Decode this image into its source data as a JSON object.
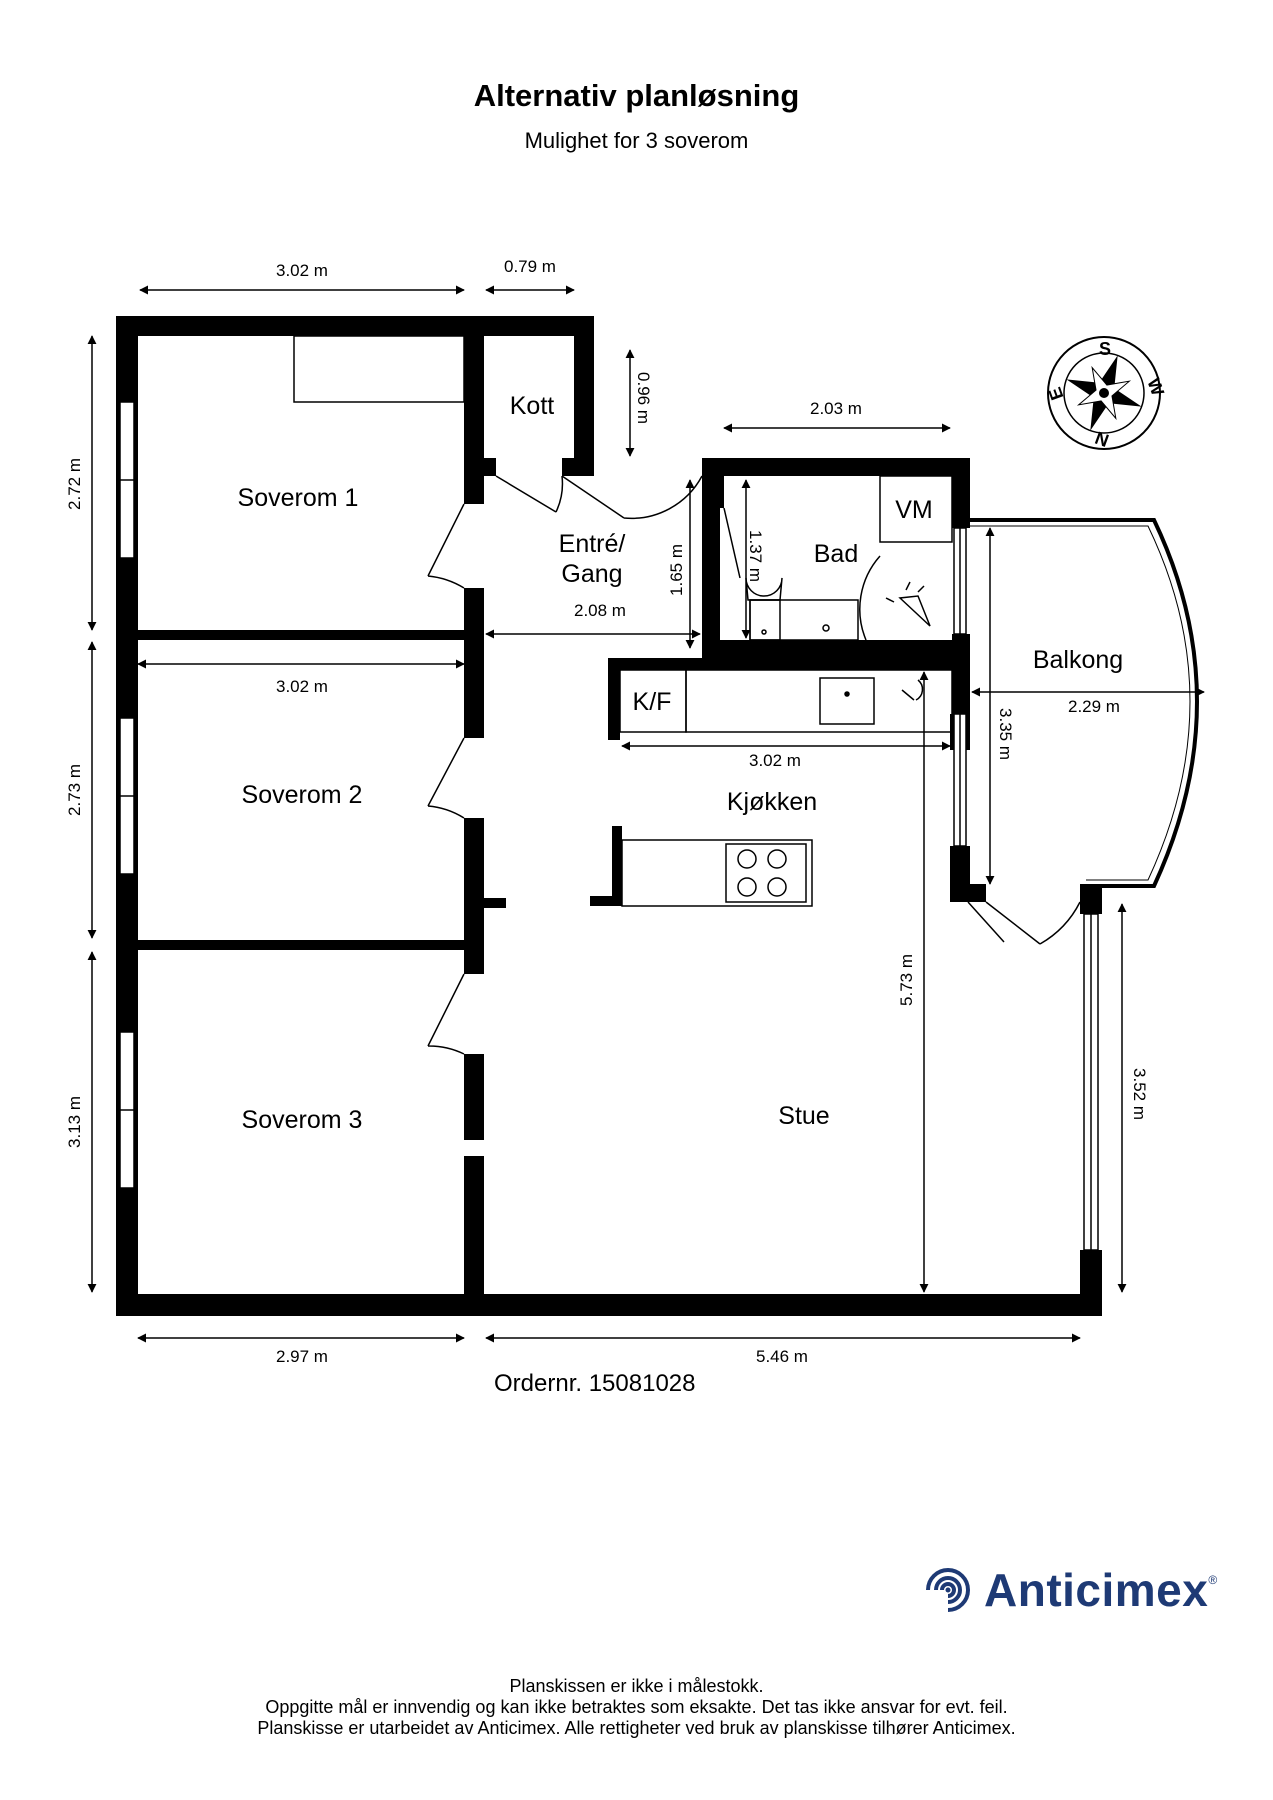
{
  "header": {
    "title": "Alternativ planløsning",
    "subtitle": "Mulighet for 3 soverom"
  },
  "rooms": {
    "soverom1": "Soverom 1",
    "soverom2": "Soverom 2",
    "soverom3": "Soverom 3",
    "kott": "Kott",
    "entre_line1": "Entré/",
    "entre_line2": "Gang",
    "bad": "Bad",
    "vm": "VM",
    "kf": "K/F",
    "kjokken": "Kjøkken",
    "stue": "Stue",
    "balkong": "Balkong"
  },
  "dimensions": {
    "top_left_width": "3.02 m",
    "kott_width": "0.79 m",
    "kott_height": "0.96 m",
    "bad_width": "2.03 m",
    "bad_height": "1.37 m",
    "entre_height": "1.65 m",
    "entre_width": "2.08 m",
    "soverom1_height": "2.72 m",
    "soverom2_width": "3.02 m",
    "soverom2_height": "2.73 m",
    "soverom3_height": "3.13 m",
    "kitchen_width": "3.02 m",
    "balkong_width": "2.29 m",
    "balkong_height": "3.35 m",
    "stue_height": "5.73 m",
    "right_height": "3.52 m",
    "bottom_left_width": "2.97 m",
    "bottom_right_width": "5.46 m"
  },
  "compass": {
    "s": "S",
    "w": "W",
    "n": "N",
    "e": "E"
  },
  "order": "Ordernr. 15081028",
  "logo": {
    "name": "Anticimex",
    "reg": "®",
    "color": "#1e3a75"
  },
  "footer": {
    "line1": "Planskissen er ikke i målestokk.",
    "line2": "Oppgitte mål er innvendig og kan ikke betraktes som eksakte. Det tas ikke ansvar for evt. feil.",
    "line3": "Planskisse er utarbeidet av Anticimex. Alle rettigheter ved bruk av planskisse tilhører Anticimex."
  }
}
